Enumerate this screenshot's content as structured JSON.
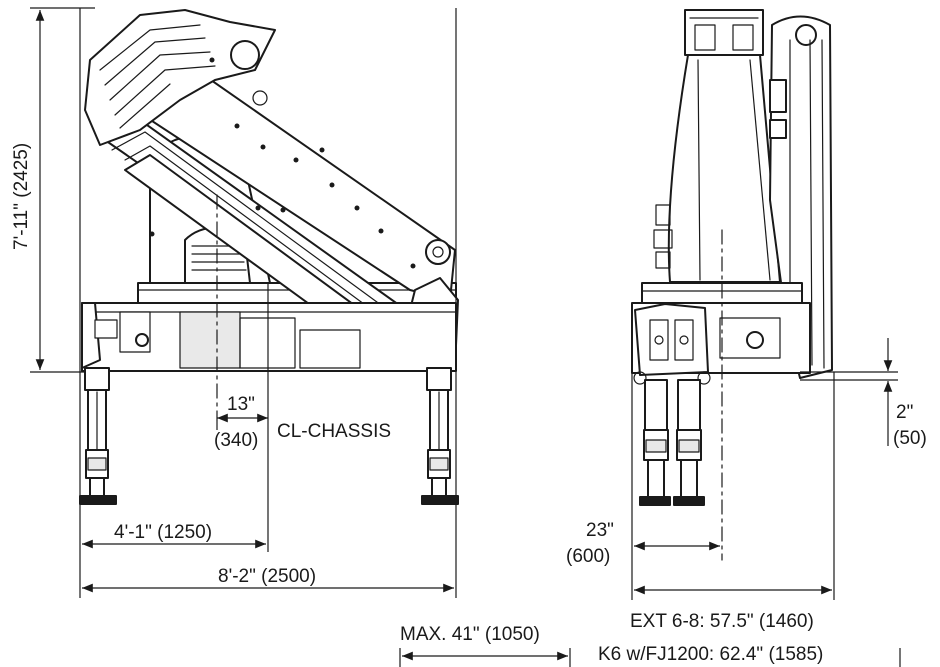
{
  "labels": {
    "height_dim": "7'-11\" (2425)",
    "offset_in": "13\"",
    "offset_mm": "(340)",
    "chassis_cl": "CL-CHASSIS",
    "half_width": "4'-1\" (1250)",
    "full_width": "8'-2\" (2500)",
    "max_reach": "MAX. 41\" (1050)",
    "side_in": "23\"",
    "side_mm": "(600)",
    "clear_in": "2\"",
    "clear_mm": "(50)",
    "ext_68": "EXT 6-8: 57.5\" (1460)",
    "k6_fj": "K6 w/FJ1200: 62.4\" (1585)"
  }
}
